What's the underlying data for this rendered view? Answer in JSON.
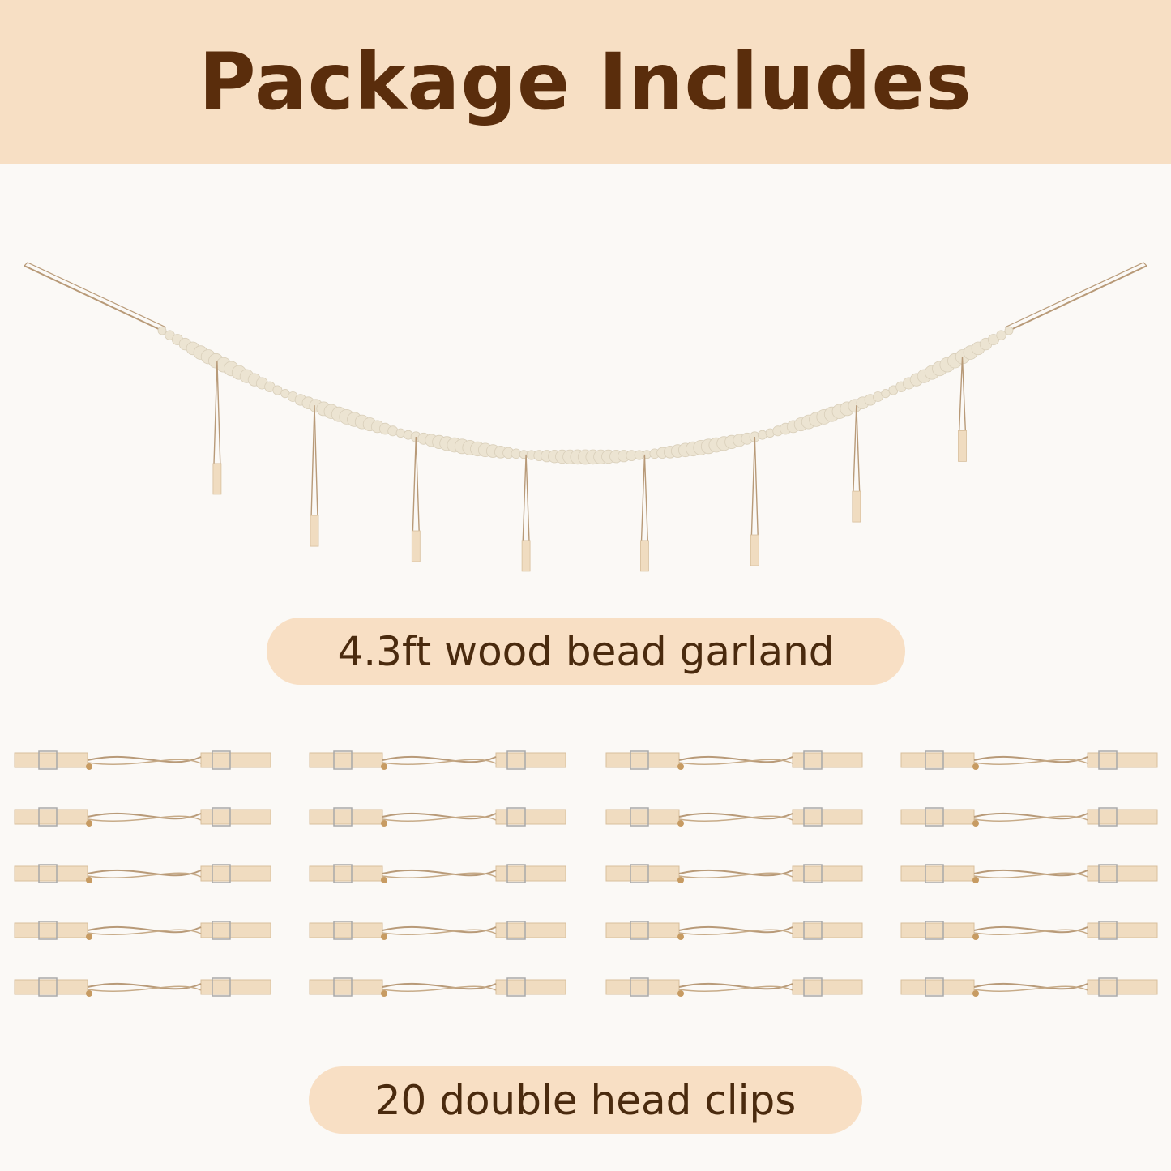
{
  "header": {
    "title": "Package Includes"
  },
  "garland": {
    "caption": "4.3ft wood bead garland"
  },
  "clips": {
    "caption": "20 double head clips",
    "count": 20,
    "columns": 4,
    "rows": 5
  },
  "colors": {
    "header_bg": "#f7dfc4",
    "title": "#5a2d0c",
    "pill_bg": "#f8dfc4",
    "background": "#fbf9f6",
    "wood": "#f0dcc0",
    "bead": "#ece4d2",
    "twine": "#b89a78"
  }
}
